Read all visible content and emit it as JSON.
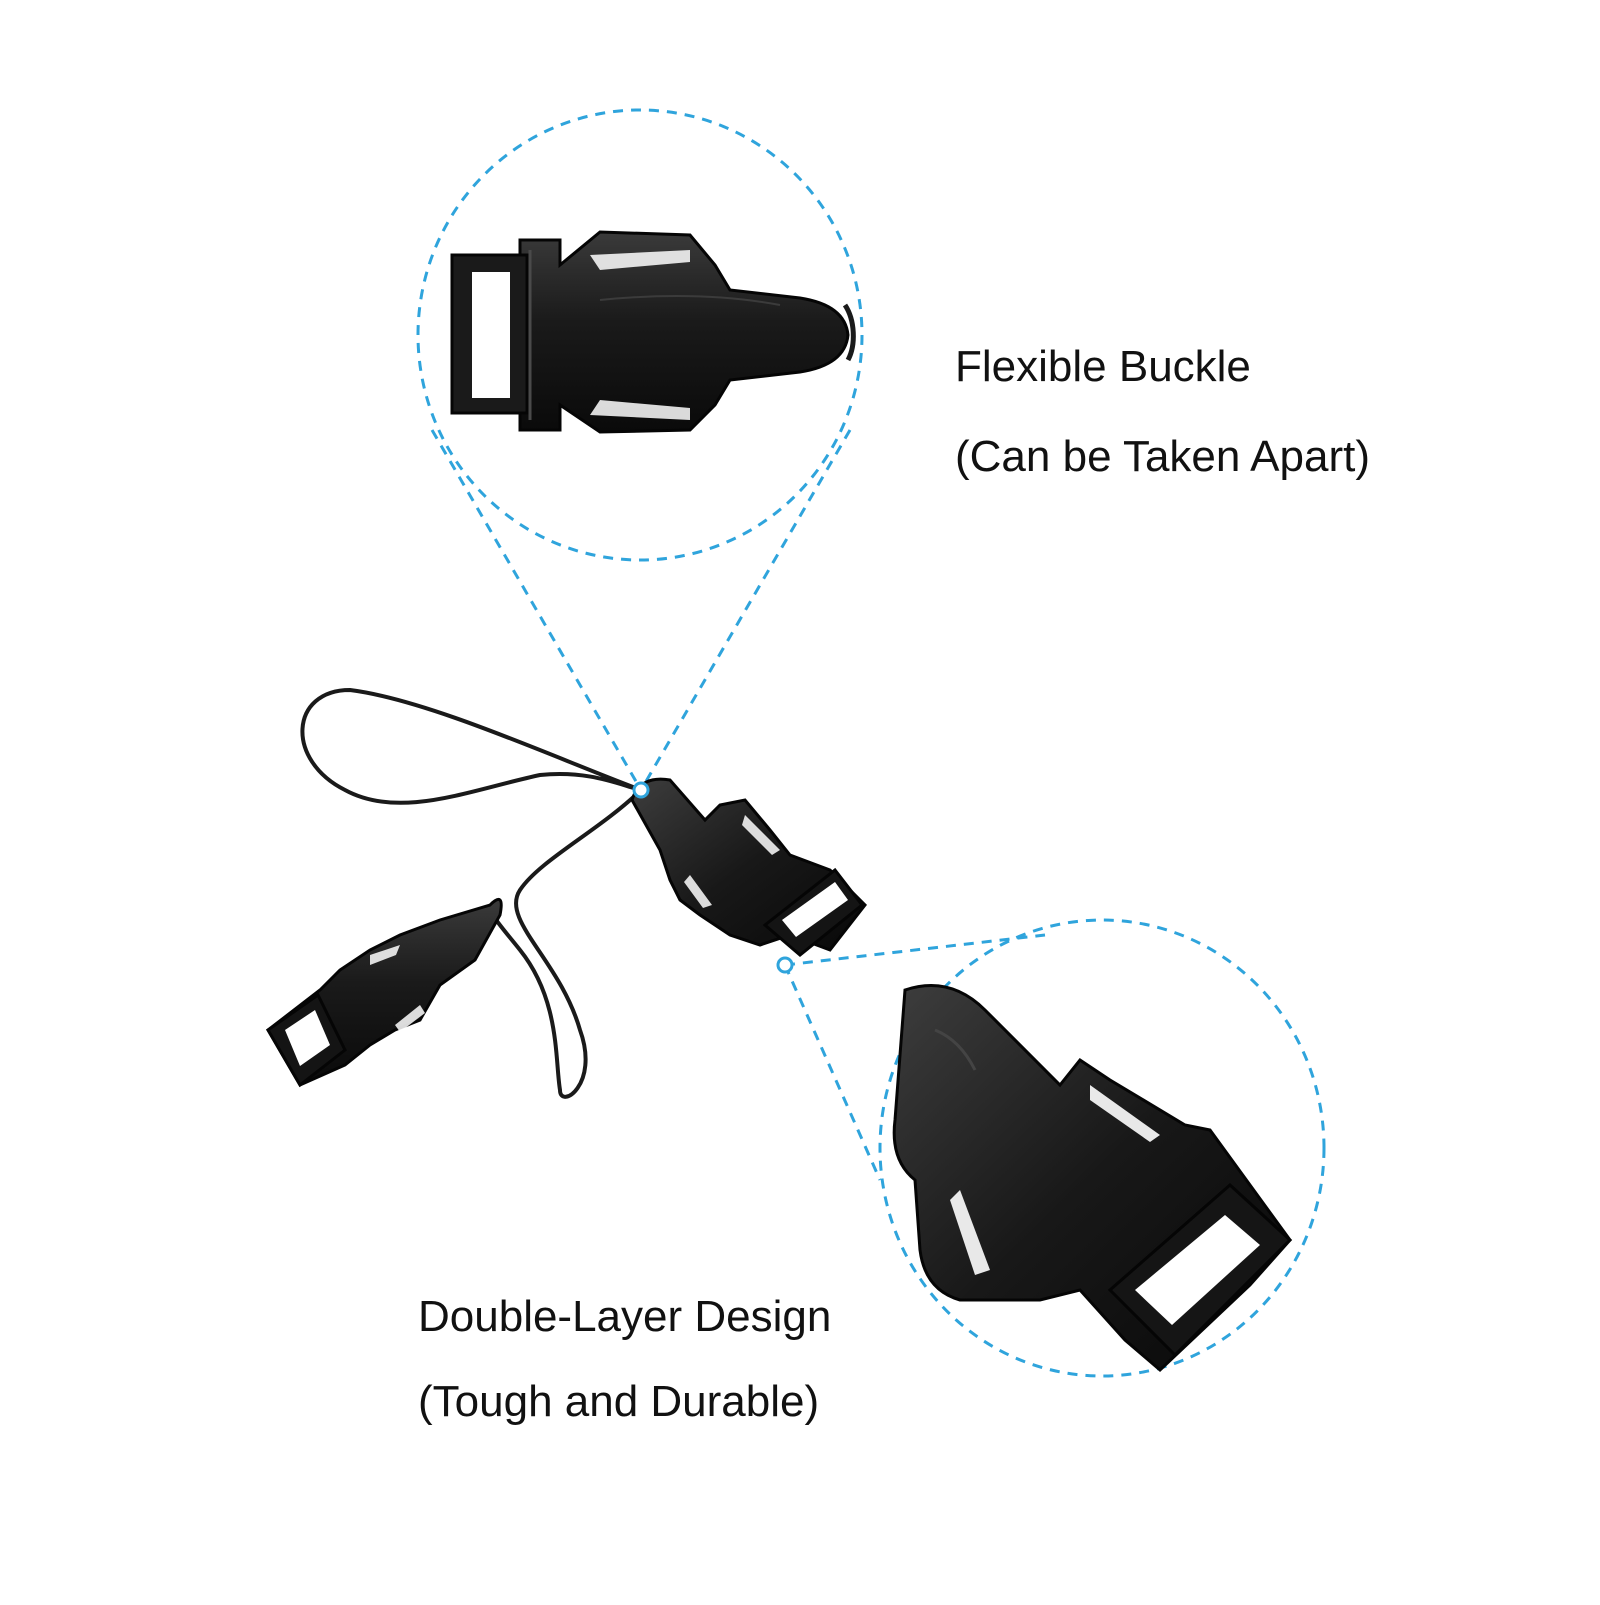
{
  "captions": {
    "flexible_buckle": {
      "line1": "Flexible Buckle",
      "line2": "(Can be Taken Apart)"
    },
    "double_layer": {
      "line1": "Double-Layer Design",
      "line2": "(Tough and Durable)"
    }
  },
  "colors": {
    "background": "#ffffff",
    "callout_dash": "#2fa4dc",
    "buckle_plastic": "#141414",
    "cord": "#1a1a1a",
    "text": "#111111"
  },
  "icons": {
    "callout_marker": "dot-marker",
    "product": "side-release-buckle"
  }
}
